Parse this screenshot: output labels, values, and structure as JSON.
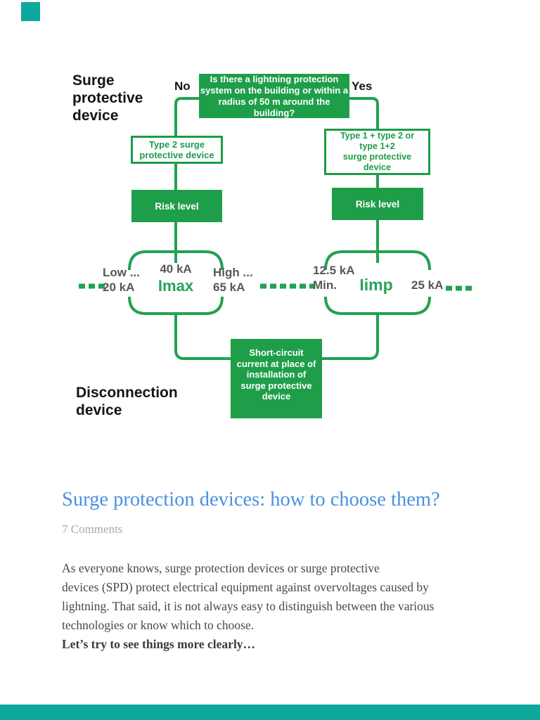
{
  "page": {
    "accent_teal": "#0ca79d",
    "flow_green": "#1f9e4a"
  },
  "diagram": {
    "surge_label": "Surge\nprotective\ndevice",
    "disconnection_label": "Disconnection\ndevice",
    "no_label": "No",
    "yes_label": "Yes",
    "decision_text": "Is there a lightning protection\nsystem on the building or within a\nradius of 50 m around the building?",
    "type2_text": "Type 2 surge\nprotective device",
    "type1_text": "Type 1 + type 2   or\ntype 1+2\nsurge protective\ndevice",
    "risk_left": "Risk level",
    "risk_right": "Risk level",
    "shortcircuit_text": "Short-circuit\ncurrent at place of\ninstallation of\nsurge protective\ndevice",
    "imax": {
      "low": "Low ...\n20 kA",
      "nominal": "40 kA",
      "label": "Imax",
      "high": "High ...\n65 kA"
    },
    "iimp": {
      "min": "12.5 kA\nMin.",
      "label": "Iimp",
      "max": "25 kA"
    }
  },
  "article": {
    "title": "Surge protection devices: how to choose them?",
    "comments": "7 Comments",
    "body": "As everyone knows, surge protection devices or surge protective\ndevices (SPD) protect electrical equipment against overvoltages caused by\nlightning. That said, it is not always easy to distinguish between the various\ntechnologies or know which to choose.",
    "callout": "Let’s try to see things more clearly…"
  }
}
